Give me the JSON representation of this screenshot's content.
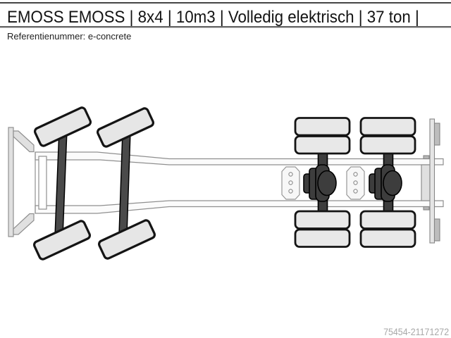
{
  "header": {
    "title": "EMOSS EMOSS | 8x4 | 10m3 | Volledig elektrisch | 37 ton |",
    "reference": "Referentienummer: e-concrete"
  },
  "footer": {
    "listing_id": "75454-21171272"
  },
  "diagram": {
    "type": "truck-chassis-top-view",
    "description": "Schematic top view of an 8x4 truck chassis: two front steering axles with single steered wheels, two rear drive axles with differentials and dual wheels, ladder frame with crossmembers and rear crossbar",
    "axle_configuration": "8x4",
    "front_axles": 2,
    "rear_axles": 2,
    "front_wheels_steered": true,
    "rear_dual_wheels": true,
    "parts": [
      "front-bumper",
      "bumper-gusset-top",
      "bumper-gusset-bottom",
      "frame-rail-top",
      "frame-rail-bottom",
      "front-crossmember",
      "crossmember-plate-1",
      "crossmember-plate-2",
      "front-steer-axle-1",
      "front-steer-axle-2",
      "rear-drive-axle-1",
      "rear-drive-axle-2",
      "differential-1",
      "differential-2",
      "rear-crossbar",
      "rear-end-plate"
    ],
    "colors": {
      "tire_fill": "#e8e8e8",
      "tire_stroke": "#141414",
      "axle_dark": "#3d3d3d",
      "frame_stroke": "#8f8f8f",
      "frame_fill": "#f7f7f7",
      "bumper_fill": "#e0e0e0",
      "text_title": "#131313",
      "text_muted": "#a8a8a8",
      "rule_dark": "#454545",
      "rule_mid": "#666666"
    }
  }
}
